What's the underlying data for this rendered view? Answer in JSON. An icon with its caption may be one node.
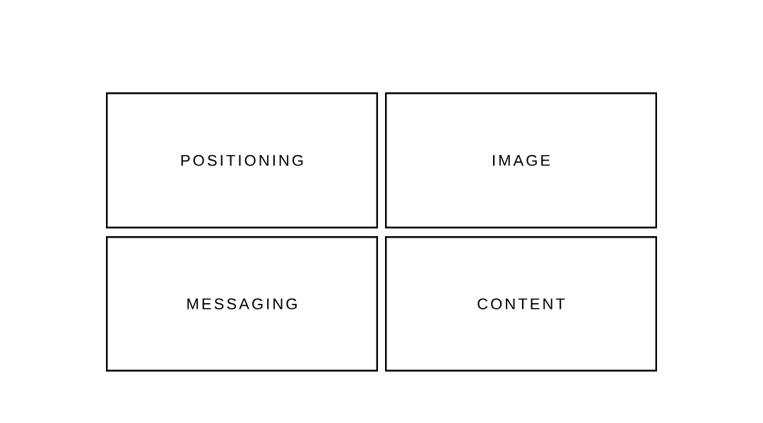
{
  "diagram": {
    "nodes": [
      {
        "text": [
          "POSITIONING"
        ]
      },
      {
        "text": [
          "IMAGE"
        ]
      },
      {
        "text": [
          "MESSAGING"
        ]
      },
      {
        "text": [
          "CONTENT"
        ]
      }
    ]
  }
}
